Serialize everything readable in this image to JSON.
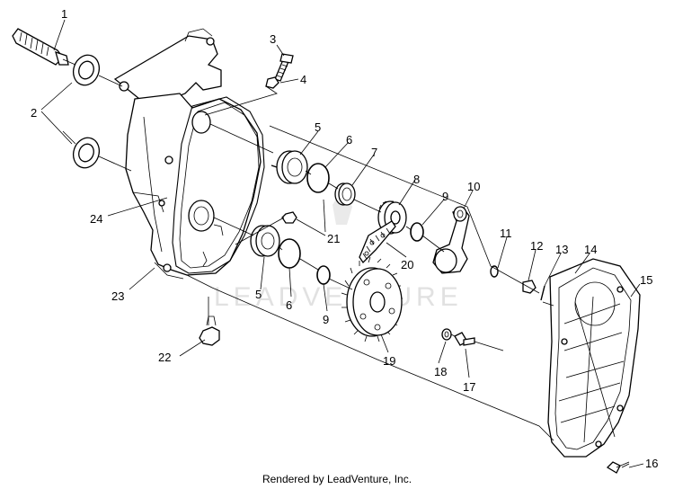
{
  "diagram": {
    "callouts": [
      "1",
      "2",
      "3",
      "4",
      "5",
      "6",
      "7",
      "8",
      "9",
      "10",
      "11",
      "12",
      "13",
      "14",
      "15",
      "16",
      "17",
      "18",
      "19",
      "20",
      "21",
      "22",
      "23",
      "24",
      "5",
      "6",
      "9"
    ],
    "watermark": "LEADVENTURE",
    "footer": "Rendered by LeadVenture, Inc."
  }
}
